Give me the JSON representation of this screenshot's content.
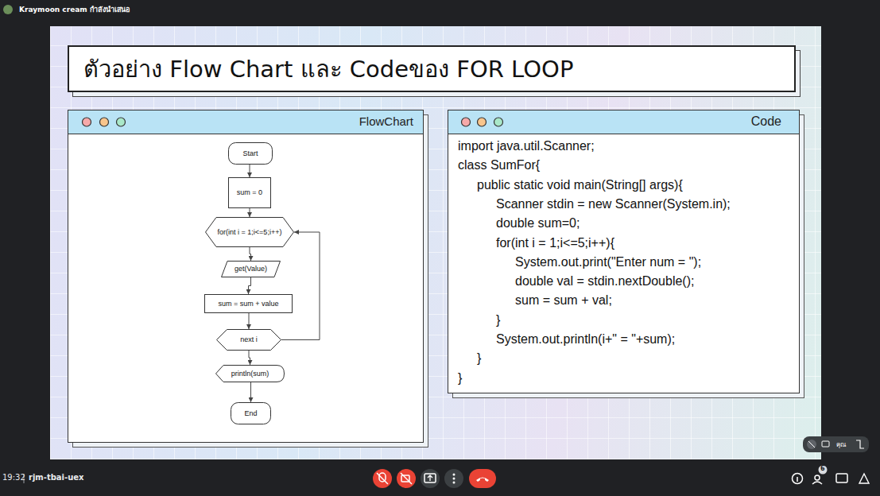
{
  "diagram": {
    "title": "ตัวอย่าง Flow Chart และ Codeของ FOR LOOP",
    "nodes": [
      {
        "text": [
          "FlowChart"
        ]
      },
      {
        "text": [
          "Start"
        ],
        "in": 0
      },
      {
        "text": [
          "sum = 0"
        ],
        "in": 0
      },
      {
        "text": [
          "for(int i = 1;i<=5;i++)"
        ],
        "in": 0
      },
      {
        "text": [
          "get(Value)"
        ],
        "in": 0
      },
      {
        "text": [
          "sum = sum + value"
        ],
        "in": 0
      },
      {
        "text": [
          "next i"
        ],
        "in": 0
      },
      {
        "text": [
          "println(sum)"
        ],
        "in": 0
      },
      {
        "text": [
          "End"
        ],
        "in": 0
      },
      {
        "text": [
          "Code",
          "import java.util.Scanner;",
          "class SumFor{",
          "public static void main(String[] args){",
          "Scanner stdin = new Scanner(System.in);",
          "double sum=0;",
          "for(int i = 1;i<=5;i++){",
          "System.out.print(\"Enter num = \");",
          "double val = stdin.nextDouble();",
          "sum = sum + val;",
          "}",
          "System.out.println(i+\" = \"+sum);",
          "}",
          "}"
        ]
      }
    ],
    "edges": [
      {
        "from": 1,
        "to": 2,
        "arrow": "to"
      },
      {
        "from": 2,
        "to": 3,
        "arrow": "to"
      },
      {
        "from": 3,
        "to": 4,
        "arrow": "to"
      },
      {
        "from": 4,
        "to": 5,
        "arrow": "to"
      },
      {
        "from": 5,
        "to": 6,
        "arrow": "to"
      },
      {
        "from": 6,
        "to": 3,
        "arrow": "to"
      },
      {
        "from": 6,
        "to": 7,
        "arrow": "to"
      },
      {
        "from": 7,
        "to": 8,
        "arrow": "to"
      }
    ],
    "labels": [
      "Kraymoon cream กำลังนำเสนอ",
      "19:32",
      "rjm-tbai-uex",
      "คุณ",
      "6"
    ]
  }
}
